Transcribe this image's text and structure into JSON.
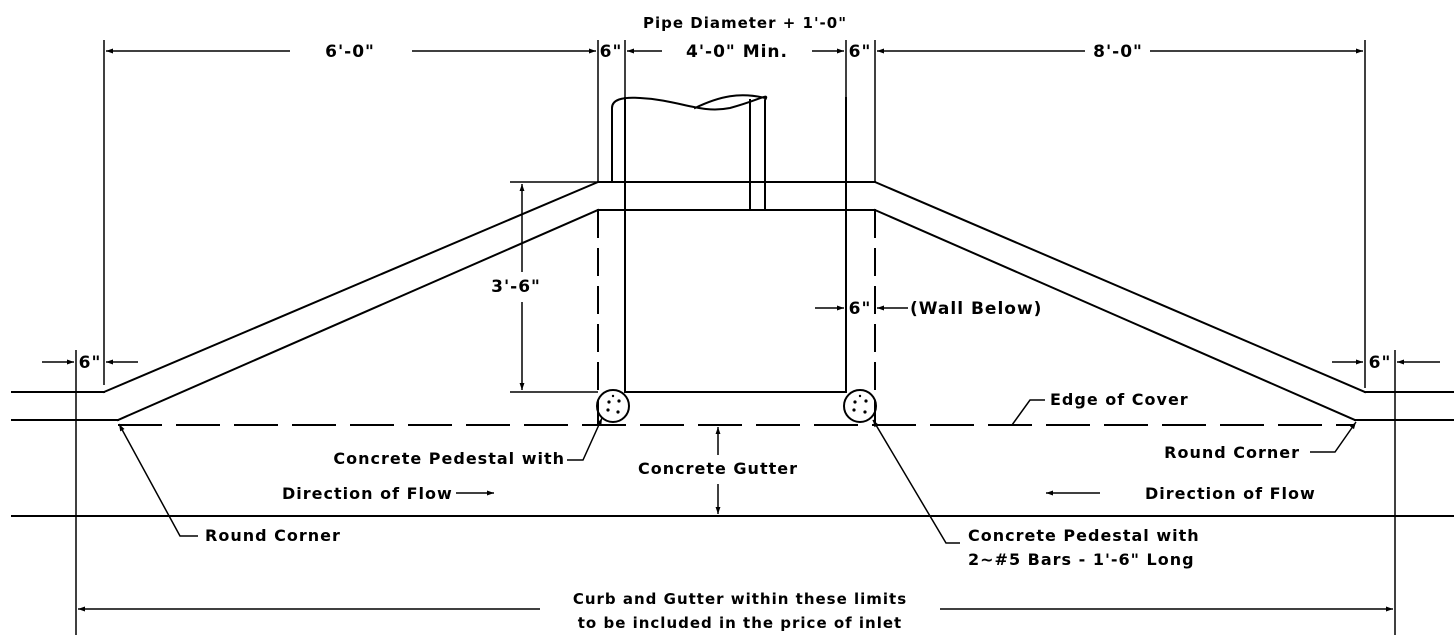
{
  "dimensions": {
    "pipe_diameter": "Pipe Diameter + 1'-0\"",
    "left_span": "6'-0\"",
    "left_wall": "6\"",
    "min_width": "4'-0\" Min.",
    "right_wall": "6\"",
    "right_span": "8'-0\"",
    "height": "3'-6\"",
    "wall_below": "6\"",
    "wall_below_note": "(Wall Below)",
    "left_curb": "6\"",
    "right_curb": "6\""
  },
  "labels": {
    "edge_of_cover": "Edge of Cover",
    "round_corner_right": "Round Corner",
    "round_corner_left": "Round Corner",
    "pedestal_left": "Concrete Pedestal with",
    "concrete_gutter": "Concrete Gutter",
    "flow_left": "Direction of Flow",
    "flow_right": "Direction of Flow",
    "pedestal_right_line1": "Concrete Pedestal with",
    "pedestal_right_line2": "2~#5 Bars - 1'-6\" Long",
    "limits_line1": "Curb and Gutter within these limits",
    "limits_line2": "to be included in the price of inlet"
  }
}
